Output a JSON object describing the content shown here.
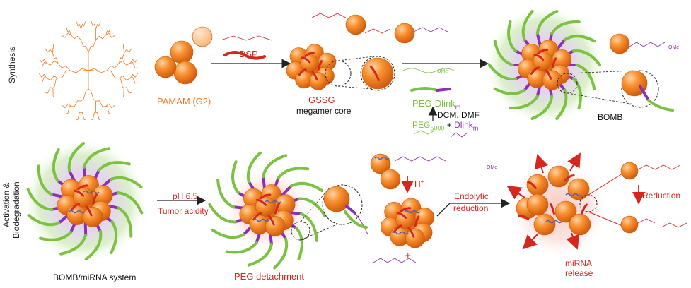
{
  "sections": {
    "synthesis": "Synthesis",
    "activation": "Activation &",
    "activation2": "Biodegradation"
  },
  "labels": {
    "pamam": "PAMAM (G2)",
    "dsp": "DSP",
    "gssg": "GSSG",
    "megamer_core": "megamer core",
    "peg_dlink": "PEG-Dlink",
    "peg_dlink_sub": "m",
    "reagents": "DCM, DMF",
    "peg5000": "PEG",
    "peg5000_sub": "5000",
    "plus": "+",
    "dlink": "Dlink",
    "dlink_sub": "m",
    "bomb": "BOMB",
    "bomb_mirna": "BOMB/miRNA system",
    "ph": "pH 6.5",
    "tumor_acidity": "Tumor acidity",
    "peg_detachment": "PEG detachment",
    "h_plus": "H",
    "h_plus_sup": "+",
    "endolytic": "Endolytic",
    "reduction_label": "reduction",
    "plus2": "+",
    "reduction": "Reduction",
    "mirna": "miRNA",
    "release": "release",
    "ome": "OMe"
  },
  "colors": {
    "orange": "#f47a20",
    "orange_light": "#fbb27a",
    "red": "#d7261e",
    "green": "#7cc242",
    "purple": "#8e2fb3",
    "halo_green": "#cfe8b5",
    "halo_purple": "#d7b6ea"
  }
}
